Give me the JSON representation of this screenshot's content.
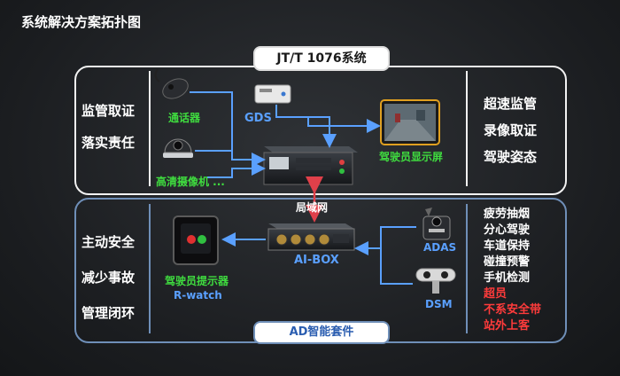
{
  "page_title": "系统解决方案拓扑图",
  "system_title": "JT/T 1076系统",
  "suite_title": "AD智能套件",
  "left_top": [
    "监管取证",
    "落实责任"
  ],
  "left_bottom": [
    "主动安全",
    "减少事故",
    "管理闭环"
  ],
  "right_top": [
    "超速监管",
    "录像取证",
    "驾驶姿态"
  ],
  "right_bottom": [
    "疲劳抽烟",
    "分心驾驶",
    "车道保持",
    "碰撞预警",
    "手机检测"
  ],
  "right_bottom_red": [
    "超员",
    "不系安全带",
    "站外上客"
  ],
  "devices": {
    "intercom": "通话器",
    "camera": "高清摄像机 ...",
    "gds": "GDS",
    "driver_display": "驾驶员显示屏",
    "lan": "局域网",
    "aibox": "AI-BOX",
    "adas": "ADAS",
    "dsm": "DSM",
    "rwatch_cn": "驾驶员提示器",
    "rwatch_en": "R-watch"
  },
  "colors": {
    "green_label": "#3fdc3f",
    "blue_label": "#5aa0ff",
    "red_text": "#ff3b3b",
    "arrow_blue": "#5aa0ff",
    "arrow_red": "#e0404a"
  }
}
